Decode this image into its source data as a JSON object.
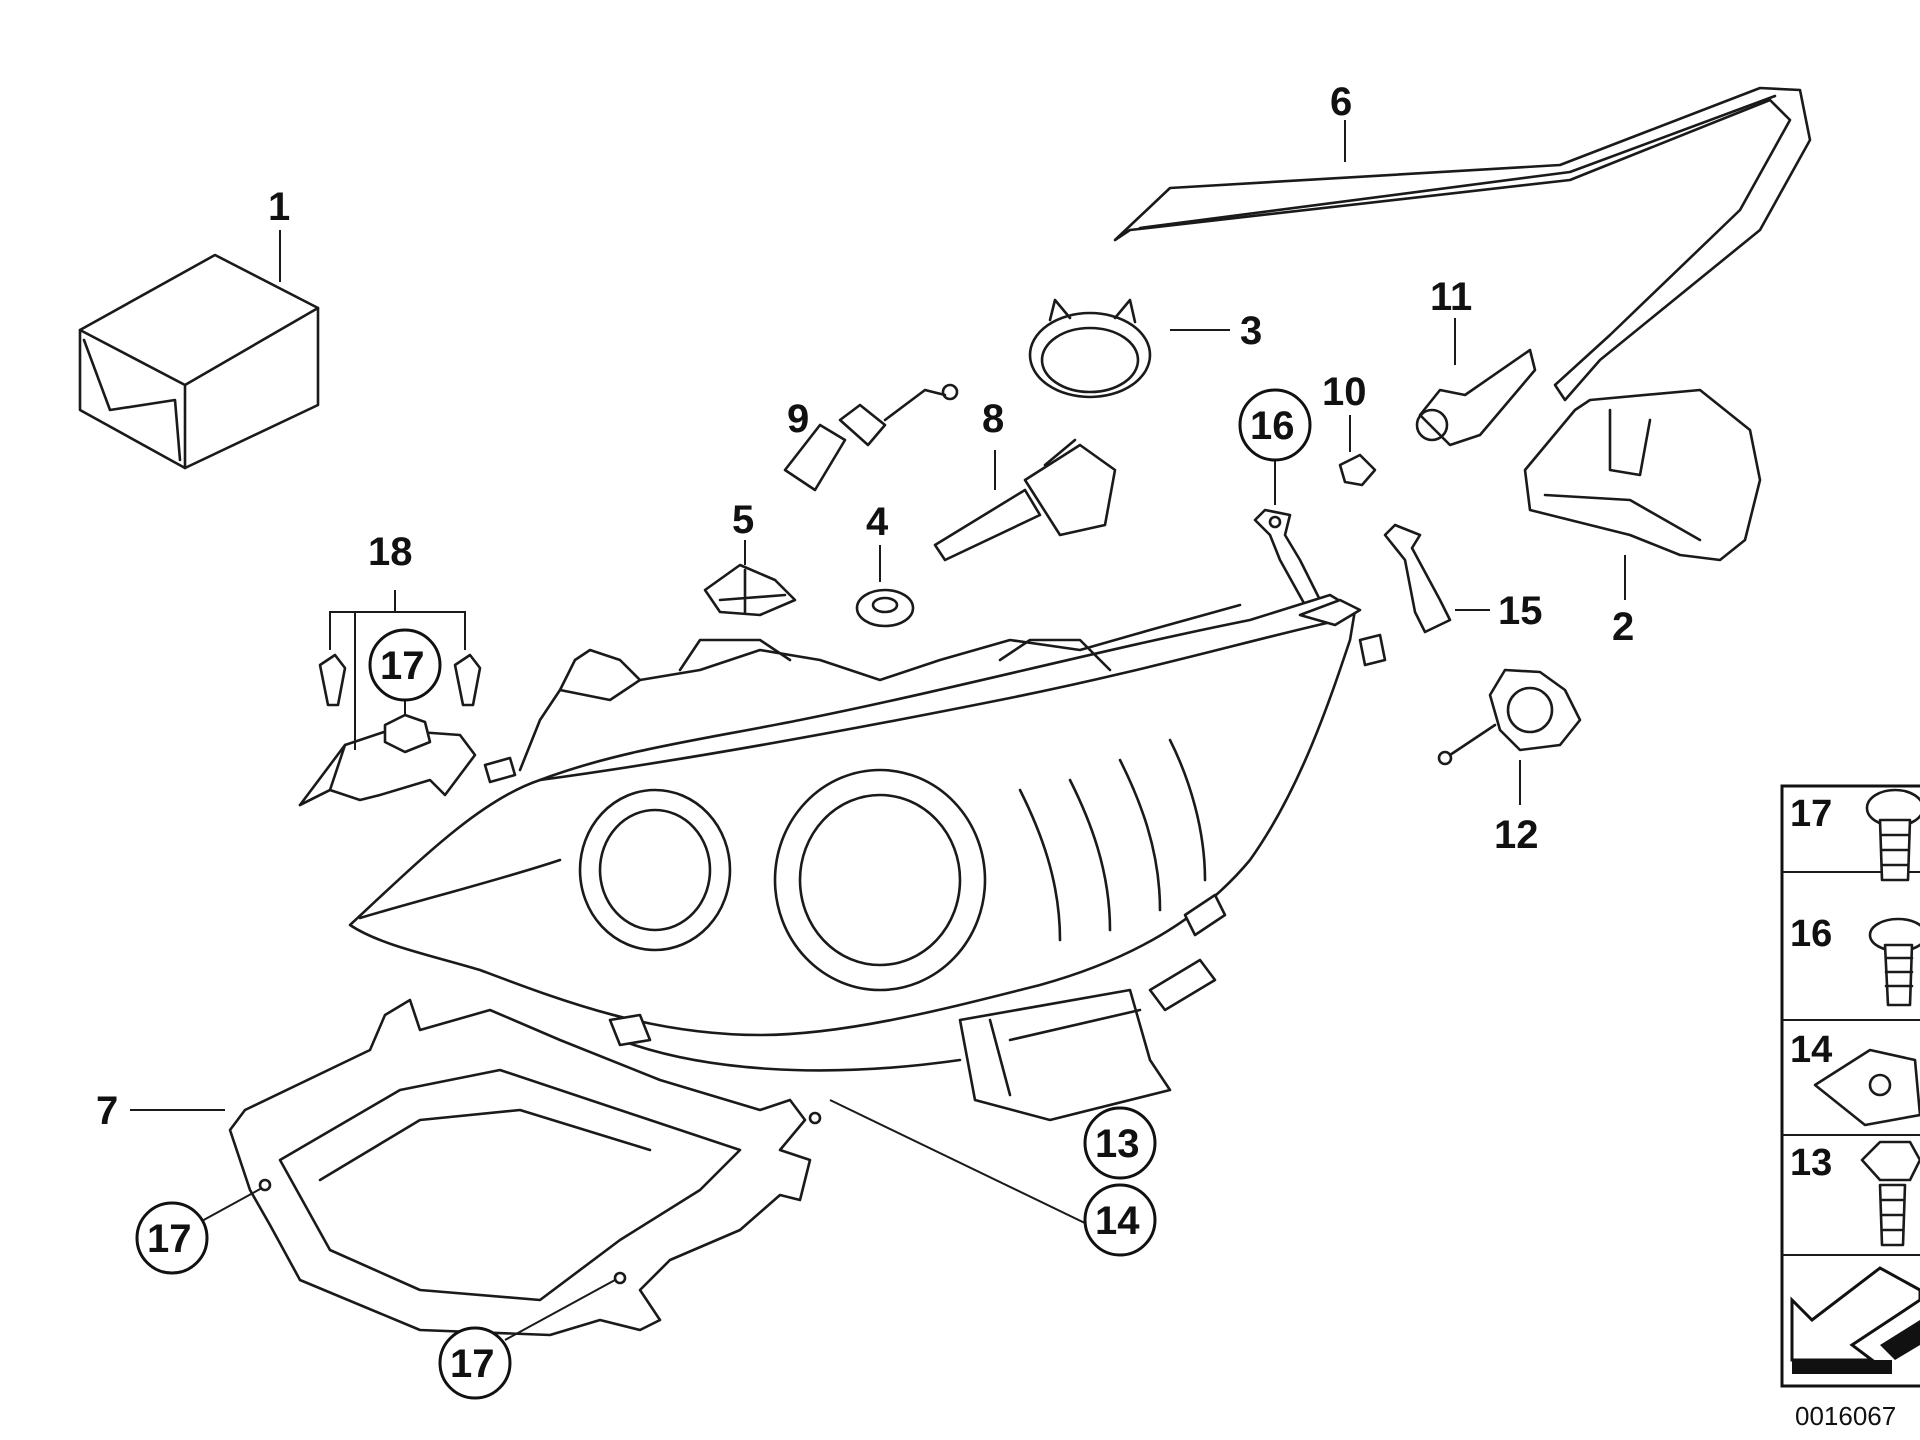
{
  "callouts": {
    "c1": "1",
    "c2": "2",
    "c3": "3",
    "c4": "4",
    "c5": "5",
    "c6": "6",
    "c7": "7",
    "c8": "8",
    "c9": "9",
    "c10": "10",
    "c11": "11",
    "c12": "12",
    "c13": "13",
    "c14": "14",
    "c15": "15",
    "c16": "16",
    "c17": "17",
    "c18": "18"
  },
  "legend": {
    "items": [
      "17",
      "16",
      "14",
      "13"
    ]
  },
  "doc_id": "0016067"
}
